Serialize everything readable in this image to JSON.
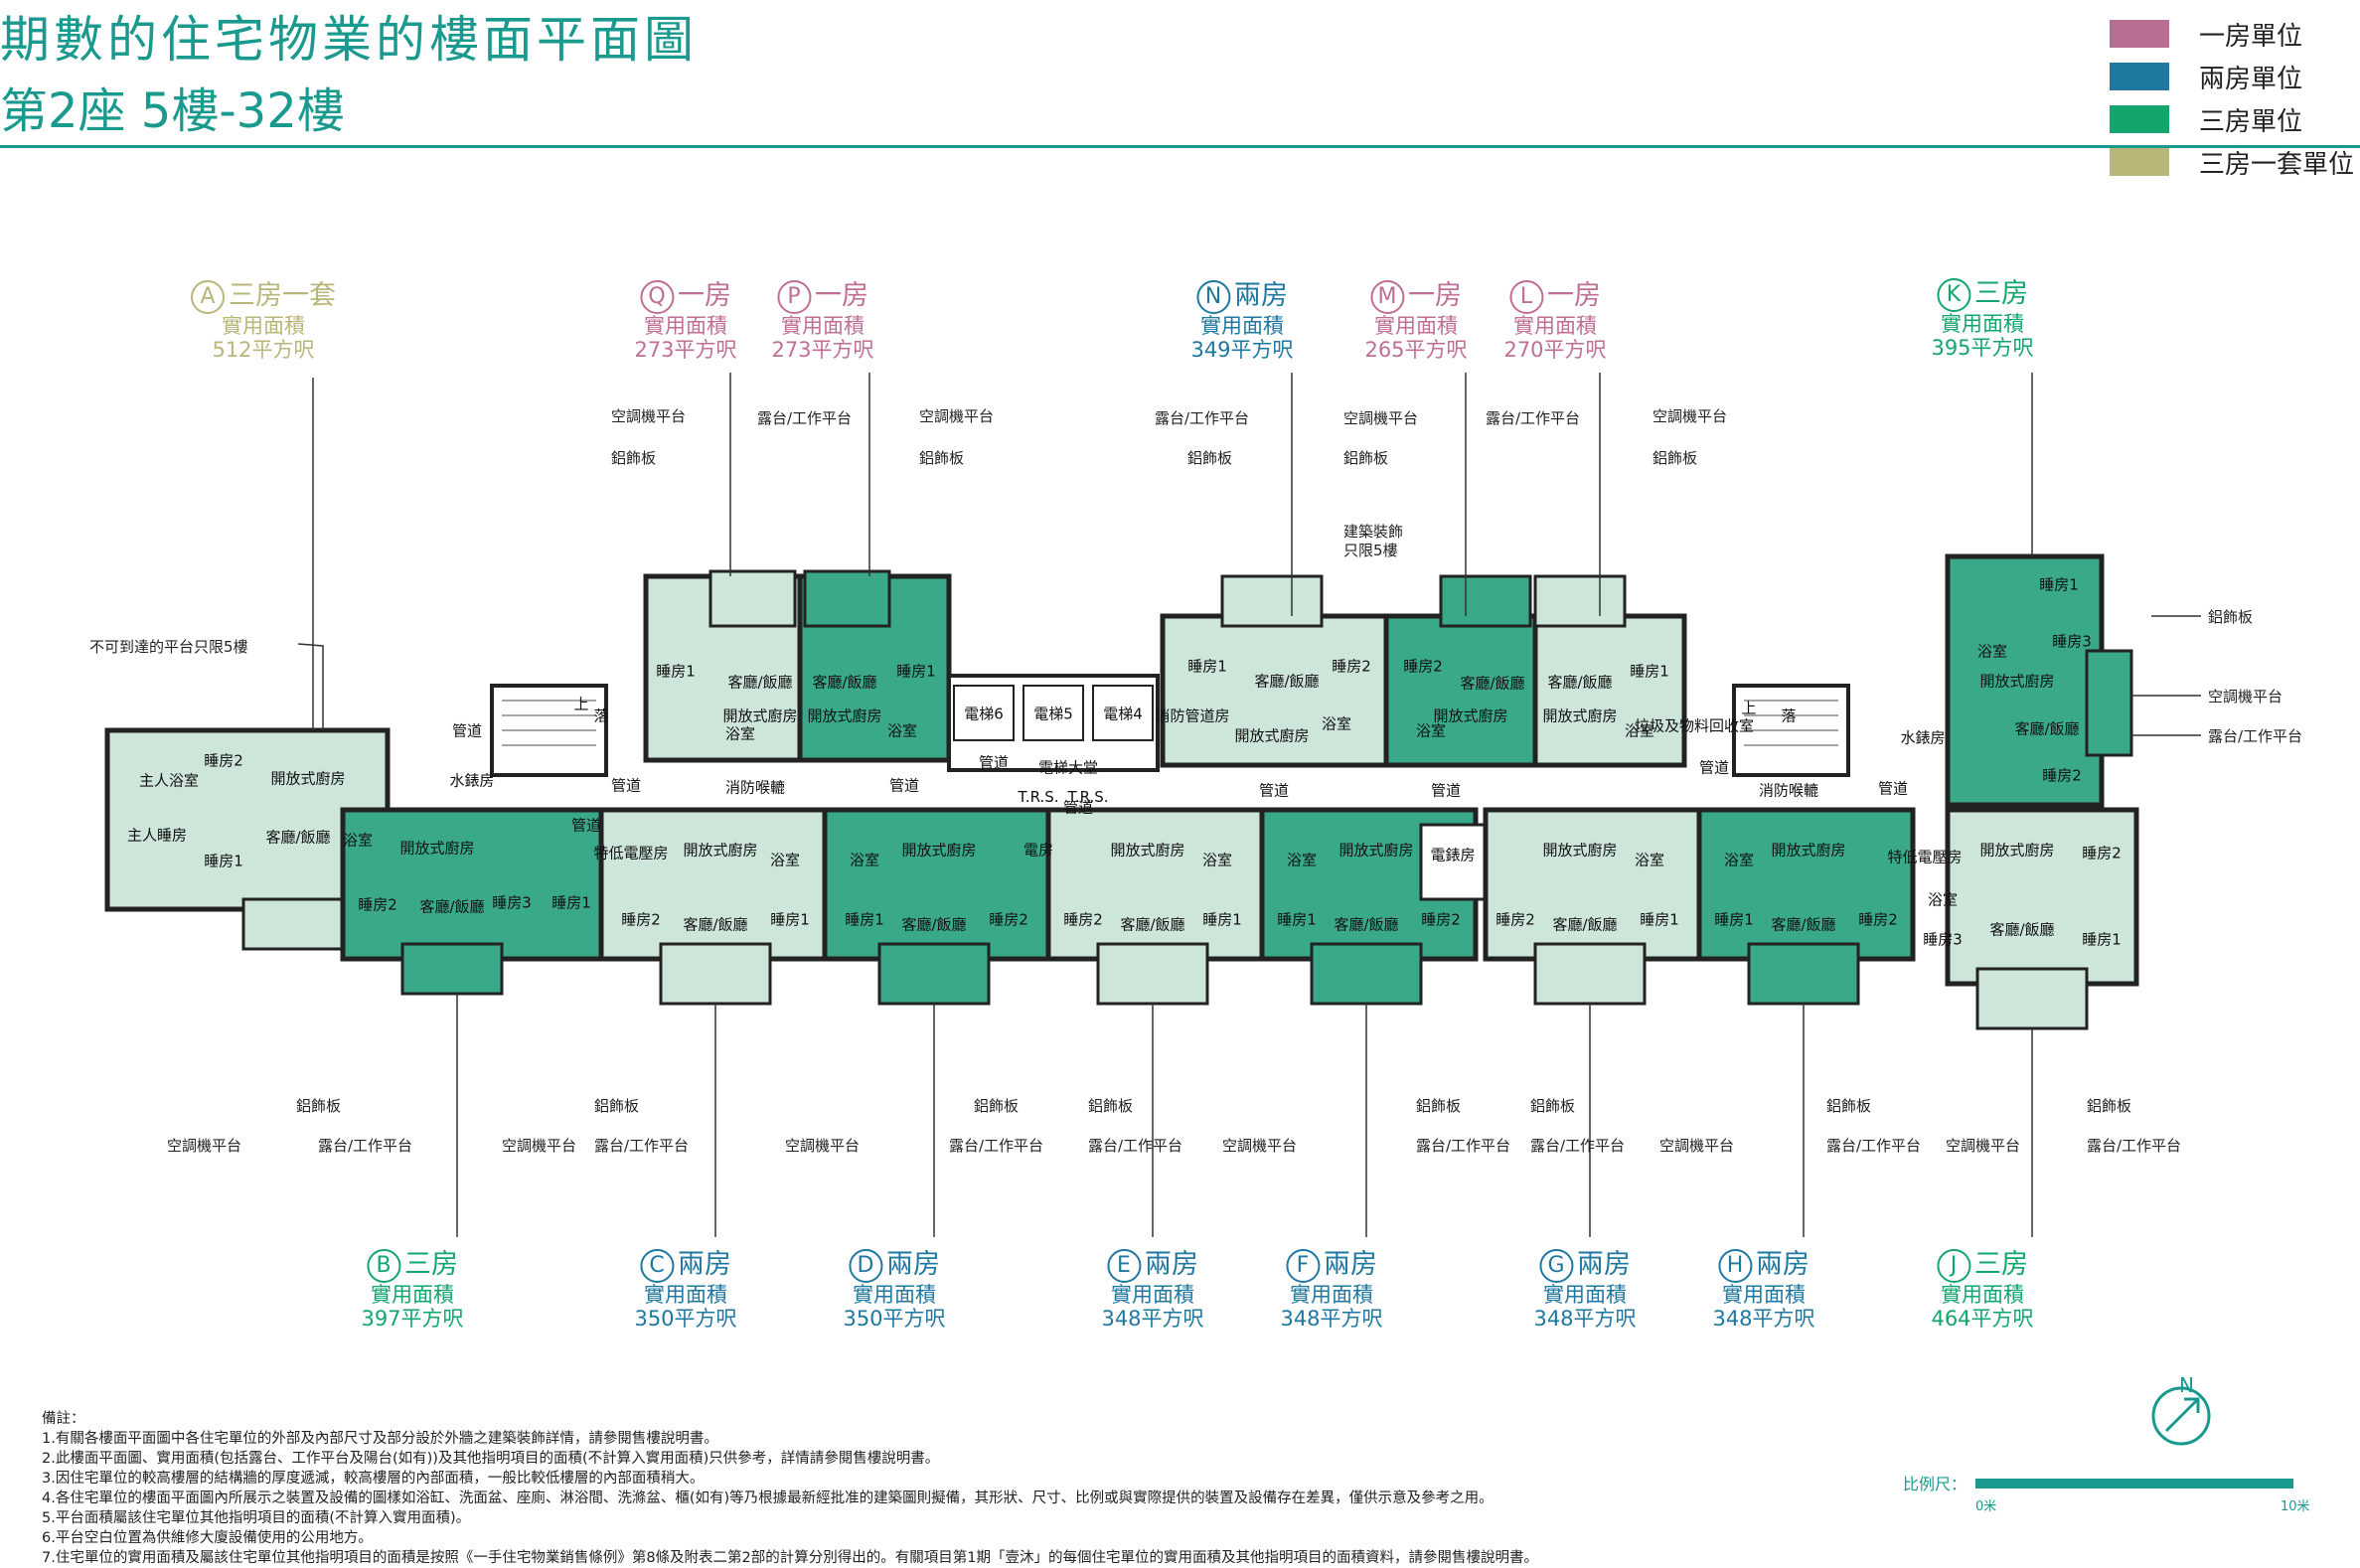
{
  "title": "期數的住宅物業的樓面平面圖",
  "subtitle": "第2座 5樓-32樓",
  "legend": [
    {
      "label": "一房單位",
      "color": "#b66f93"
    },
    {
      "label": "兩房單位",
      "color": "#1f78a0"
    },
    {
      "label": "三房單位",
      "color": "#12a66d"
    },
    {
      "label": "三房一套單位",
      "color": "#b9b67a"
    }
  ],
  "colors": {
    "light_unit": "#cde6d9",
    "dark_unit": "#3aa98a",
    "brand": "#1a9a8e"
  },
  "units_top": [
    {
      "letter": "A",
      "type": "三房一套",
      "area_label": "實用面積",
      "area": "512平方呎",
      "color": "#b9b67a"
    },
    {
      "letter": "Q",
      "type": "一房",
      "area_label": "實用面積",
      "area": "273平方呎",
      "color": "#c06f94"
    },
    {
      "letter": "P",
      "type": "一房",
      "area_label": "實用面積",
      "area": "273平方呎",
      "color": "#c06f94"
    },
    {
      "letter": "N",
      "type": "兩房",
      "area_label": "實用面積",
      "area": "349平方呎",
      "color": "#1f78a0"
    },
    {
      "letter": "M",
      "type": "一房",
      "area_label": "實用面積",
      "area": "265平方呎",
      "color": "#c06f94"
    },
    {
      "letter": "L",
      "type": "一房",
      "area_label": "實用面積",
      "area": "270平方呎",
      "color": "#c06f94"
    },
    {
      "letter": "K",
      "type": "三房",
      "area_label": "實用面積",
      "area": "395平方呎",
      "color": "#12a66d"
    }
  ],
  "units_bottom": [
    {
      "letter": "B",
      "type": "三房",
      "area_label": "實用面積",
      "area": "397平方呎",
      "color": "#12a66d"
    },
    {
      "letter": "C",
      "type": "兩房",
      "area_label": "實用面積",
      "area": "350平方呎",
      "color": "#1f78a0"
    },
    {
      "letter": "D",
      "type": "兩房",
      "area_label": "實用面積",
      "area": "350平方呎",
      "color": "#1f78a0"
    },
    {
      "letter": "E",
      "type": "兩房",
      "area_label": "實用面積",
      "area": "348平方呎",
      "color": "#1f78a0"
    },
    {
      "letter": "F",
      "type": "兩房",
      "area_label": "實用面積",
      "area": "348平方呎",
      "color": "#1f78a0"
    },
    {
      "letter": "G",
      "type": "兩房",
      "area_label": "實用面積",
      "area": "348平方呎",
      "color": "#1f78a0"
    },
    {
      "letter": "H",
      "type": "兩房",
      "area_label": "實用面積",
      "area": "348平方呎",
      "color": "#1f78a0"
    },
    {
      "letter": "J",
      "type": "三房",
      "area_label": "實用面積",
      "area": "464平方呎",
      "color": "#12a66d"
    }
  ],
  "callouts_top": [
    "空調機平台",
    "露台/工作平台",
    "空調機平台",
    "鋁飾板",
    "鋁飾板",
    "露台/工作平台",
    "空調機平台",
    "露台/工作平台",
    "空調機平台",
    "鋁飾板",
    "鋁飾板",
    "鋁飾板",
    "建築裝飾",
    "只限5樓"
  ],
  "callouts_left": [
    "不可到達的平台只限5樓"
  ],
  "callouts_right": [
    "鋁飾板",
    "空調機平台",
    "露台/工作平台"
  ],
  "callouts_bottom": [
    "鋁飾板",
    "空調機平台",
    "露台/工作平台",
    "空調機平台",
    "鋁飾板",
    "露台/工作平台",
    "鋁飾板",
    "空調機平台",
    "露台/工作平台",
    "鋁飾板",
    "露台/工作平台",
    "空調機平台",
    "鋁飾板",
    "露台/工作平台",
    "露台/工作平台",
    "鋁飾板",
    "空調機平台",
    "鋁飾板",
    "露台/工作平台",
    "空調機平台",
    "鋁飾板",
    "露台/工作平台"
  ],
  "rooms": {
    "bedroom1": "睡房1",
    "bedroom2": "睡房2",
    "bedroom3": "睡房3",
    "master_bedroom": "主人睡房",
    "master_bath": "主人浴室",
    "living": "客廳/飯廳",
    "kitchen": "開放式廚房",
    "bath": "浴室",
    "lift6": "電梯6",
    "lift5": "電梯5",
    "lift4": "電梯4",
    "lift_lobby": "電梯大堂",
    "trs": "T.R.S.",
    "duct": "管道",
    "fire_lobby": "消防喉轆",
    "water_meter": "水錶房",
    "elec": "電房",
    "elec_room": "電錶房",
    "fire_pipe": "消防管道房",
    "special_elec": "特低電壓房",
    "refuse": "垃圾及物料回收室",
    "up": "上",
    "down": "落"
  },
  "notes": [
    "備註：",
    "1.有關各樓面平面圖中各住宅單位的外部及內部尺寸及部分設於外牆之建築裝飾詳情，請參閱售樓說明書。",
    "2.此樓面平面圖、實用面積(包括露台、工作平台及陽台(如有))及其他指明項目的面積(不計算入實用面積)只供參考，詳情請參閱售樓說明書。",
    "3.因住宅單位的較高樓層的結構牆的厚度遞減，較高樓層的內部面積，一般比較低樓層的內部面積稍大。",
    "4.各住宅單位的樓面平面圖內所展示之裝置及設備的圖樣如浴缸、洗面盆、座廁、淋浴間、洗滌盆、櫃(如有)等乃根據最新經批准的建築圖則擬備，其形狀、尺寸、比例或與實際提供的裝置及設備存在差異，僅供示意及參考之用。",
    "5.平台面積屬該住宅單位其他指明項目的面積(不計算入實用面積)。",
    "6.平台空白位置為供維修大廈設備使用的公用地方。",
    "7.住宅單位的實用面積及屬該住宅單位其他指明項目的面積是按照《一手住宅物業銷售條例》第8條及附表二第2部的計算分別得出的。有關項目第1期「壹沐」的每個住宅單位的實用面積及其他指明項目的面積資料，請參閱售樓說明書。"
  ],
  "scale": {
    "label": "比例尺：",
    "start": "0米",
    "end": "10米"
  },
  "north": "N"
}
